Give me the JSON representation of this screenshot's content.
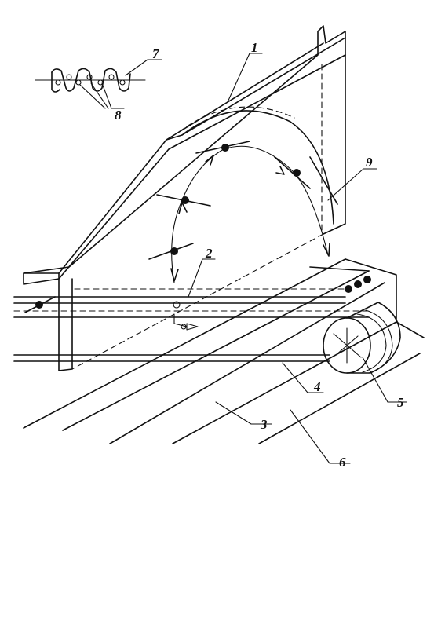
{
  "labels": {
    "frame": "1",
    "transfer_point": "2",
    "ground_line": "3",
    "belt": "4",
    "drum": "5",
    "base": "6",
    "chain": "7",
    "links": "8",
    "arc_guide": "9"
  }
}
